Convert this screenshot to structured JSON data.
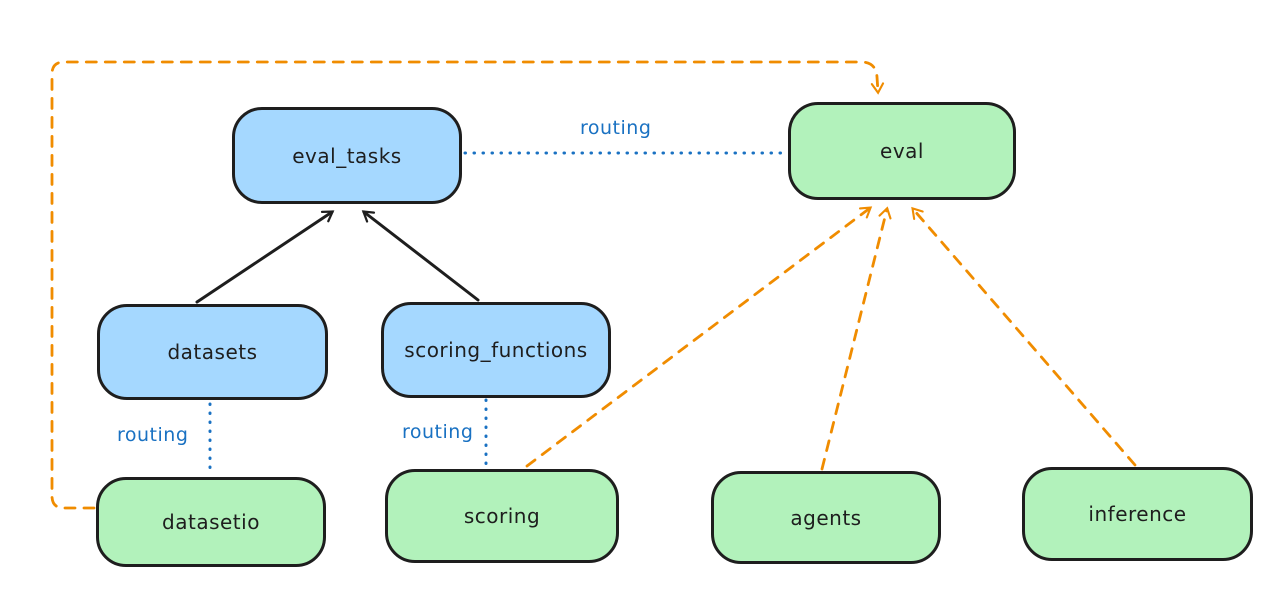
{
  "diagram": {
    "background": "#ffffff",
    "colors": {
      "node_stroke": "#1e1e1e",
      "blue_node_fill": "#a5d8ff",
      "green_node_fill": "#b2f2bb",
      "routing_line_blue": "#1971c2",
      "provider_arrow_orange": "#f08c00",
      "solid_arrow_black": "#1e1e1e"
    },
    "nodes": {
      "eval_tasks": {
        "label": "eval_tasks",
        "fill": "blue"
      },
      "eval": {
        "label": "eval",
        "fill": "green"
      },
      "datasets": {
        "label": "datasets",
        "fill": "blue"
      },
      "scoring_functions": {
        "label": "scoring_functions",
        "fill": "blue"
      },
      "datasetio": {
        "label": "datasetio",
        "fill": "green"
      },
      "scoring": {
        "label": "scoring",
        "fill": "green"
      },
      "agents": {
        "label": "agents",
        "fill": "green"
      },
      "inference": {
        "label": "inference",
        "fill": "green"
      }
    },
    "edge_labels": {
      "eval_tasks_eval": "routing",
      "datasets_datasetio": "routing",
      "scoring_functions_scoring": "routing"
    },
    "edges": [
      {
        "from": "datasets",
        "to": "eval_tasks",
        "style": "solid",
        "color": "#1e1e1e",
        "arrow": "to"
      },
      {
        "from": "scoring_functions",
        "to": "eval_tasks",
        "style": "solid",
        "color": "#1e1e1e",
        "arrow": "to"
      },
      {
        "from": "eval_tasks",
        "to": "eval",
        "style": "dotted",
        "color": "#1971c2",
        "label": "routing",
        "arrow": "none"
      },
      {
        "from": "datasets",
        "to": "datasetio",
        "style": "dotted",
        "color": "#1971c2",
        "label": "routing",
        "arrow": "none"
      },
      {
        "from": "scoring_functions",
        "to": "scoring",
        "style": "dotted",
        "color": "#1971c2",
        "label": "routing",
        "arrow": "none"
      },
      {
        "from": "datasetio",
        "to": "eval",
        "style": "dashed",
        "color": "#f08c00",
        "arrow": "to",
        "route": "around-left-and-top"
      },
      {
        "from": "scoring",
        "to": "eval",
        "style": "dashed",
        "color": "#f08c00",
        "arrow": "to"
      },
      {
        "from": "agents",
        "to": "eval",
        "style": "dashed",
        "color": "#f08c00",
        "arrow": "to"
      },
      {
        "from": "inference",
        "to": "eval",
        "style": "dashed",
        "color": "#f08c00",
        "arrow": "to"
      }
    ]
  }
}
